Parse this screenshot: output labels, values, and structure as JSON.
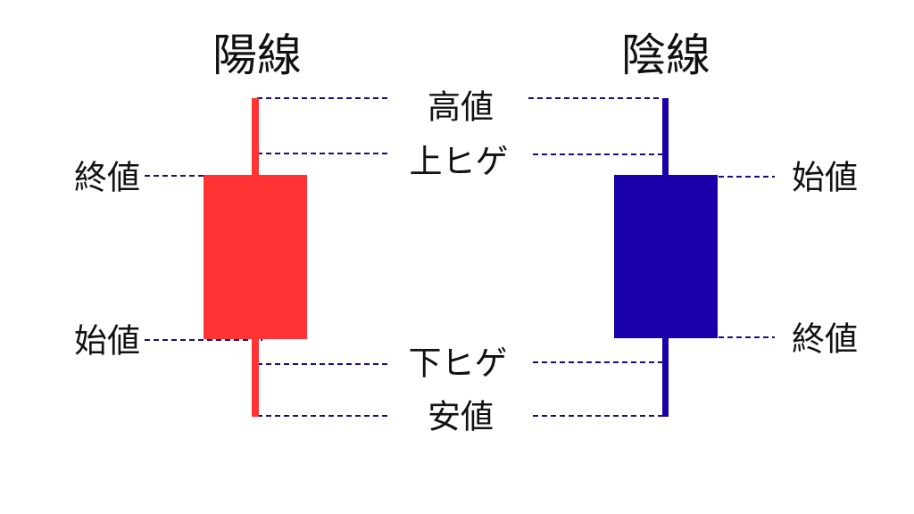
{
  "titles": {
    "bullish": "陽線",
    "bearish": "陰線"
  },
  "center_labels": {
    "high": "高値",
    "upper_shadow": "上ヒゲ",
    "lower_shadow": "下ヒゲ",
    "low": "安値"
  },
  "bullish_labels": {
    "close": "終値",
    "open": "始値"
  },
  "bearish_labels": {
    "open": "始値",
    "close": "終値"
  },
  "colors": {
    "bullish": "#ff3333",
    "bearish": "#1a00a8",
    "guide": "#1a0a8c"
  }
}
